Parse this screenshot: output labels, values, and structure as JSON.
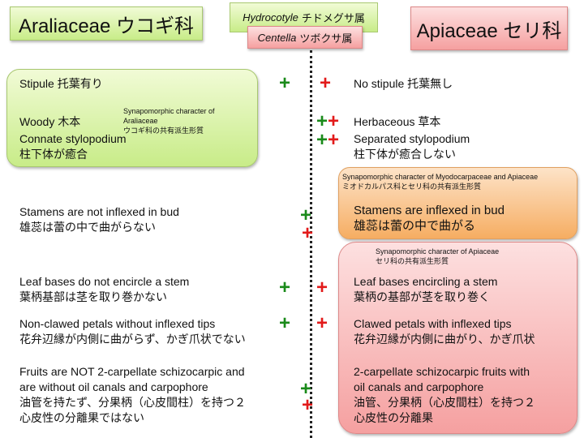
{
  "titles": {
    "araliaceae": "Araliaceae ウコギ科",
    "apiaceae": "Apiaceae セリ科"
  },
  "genera": {
    "hydrocotyle": {
      "name": "Hydrocotyle",
      "jp": "チドメグサ属"
    },
    "centella": {
      "name": "Centella",
      "jp": "ツボクサ属"
    }
  },
  "araliaceae_box": {
    "stipule": "Stipule 托葉有り",
    "woody": "Woody 木本",
    "connate": "Connate stylopodium",
    "connate_jp": "柱下体が癒合",
    "synapo": "Synapomorphic character of",
    "synapo2": "Araliaceae",
    "synapo_jp": "ウコギ科の共有派生形質"
  },
  "left": {
    "stamens": "Stamens are not inflexed in bud",
    "stamens_jp": "雄蕊は蕾の中で曲がらない",
    "leaf": "Leaf bases do not encircle a stem",
    "leaf_jp": "葉柄基部は茎を取り巻かない",
    "petals": "Non-clawed petals without inflexed tips",
    "petals_jp": "花弁辺縁が内側に曲がらず、かぎ爪状でない",
    "fruits1": "Fruits are NOT 2-carpellate schizocarpic and",
    "fruits2": "are without oil canals and carpophore",
    "fruits_jp1": "油管を持たず、分果柄（心皮間柱）を持つ２",
    "fruits_jp2": "心皮性の分離果ではない"
  },
  "right": {
    "stipule": "No stipule 托葉無し",
    "herb": "Herbaceous 草本",
    "separated": "Separated stylopodium",
    "separated_jp": "柱下体が癒合しない"
  },
  "orange_box": {
    "synapo": "Synapomorphic character of Myodocarpaceae and Apiaceae",
    "synapo_jp": "ミオドカルパス科とセリ科の共有派生形質",
    "stamens": "Stamens are inflexed in bud",
    "stamens_jp": "雄蕊は蕾の中で曲がる"
  },
  "pink_box": {
    "synapo": "Synapomorphic character of Apiaceae",
    "synapo_jp": "セリ科の共有派生形質",
    "leaf": "Leaf bases encircling a stem",
    "leaf_jp": "葉柄の基部が茎を取り巻く",
    "petals": "Clawed petals with inflexed tips",
    "petals_jp": "花弁辺縁が内側に曲がり、かぎ爪状",
    "fruits1": "2-carpellate schizocarpic fruits with",
    "fruits2": "oil canals and carpophore",
    "fruits_jp1": "油管、分果柄（心皮間柱）を持つ２",
    "fruits_jp2": "心皮性の分離果"
  },
  "plus": "+",
  "colors": {
    "green_plus": "#1a8a1a",
    "red_plus": "#e21a1a"
  }
}
